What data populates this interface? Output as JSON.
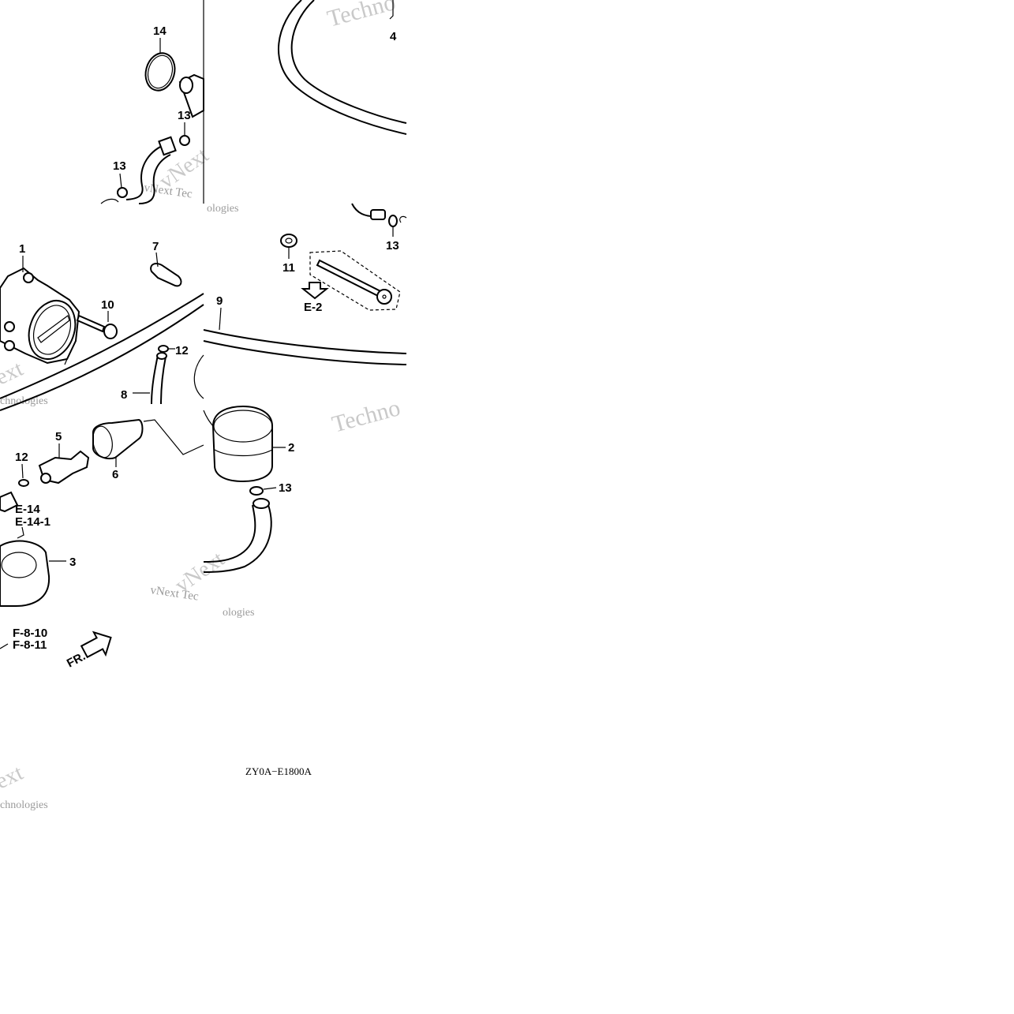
{
  "diagram": {
    "code": "ZY0A−E1800A",
    "front_marker": "FR.",
    "callouts": [
      {
        "id": "c1",
        "label": "1"
      },
      {
        "id": "c2",
        "label": "2"
      },
      {
        "id": "c3",
        "label": "3"
      },
      {
        "id": "c4",
        "label": "4"
      },
      {
        "id": "c5",
        "label": "5"
      },
      {
        "id": "c6",
        "label": "6"
      },
      {
        "id": "c7",
        "label": "7"
      },
      {
        "id": "c8",
        "label": "8"
      },
      {
        "id": "c9",
        "label": "9"
      },
      {
        "id": "c10",
        "label": "10"
      },
      {
        "id": "c11",
        "label": "11"
      },
      {
        "id": "c12a",
        "label": "12"
      },
      {
        "id": "c12b",
        "label": "12"
      },
      {
        "id": "c13a",
        "label": "13"
      },
      {
        "id": "c13b",
        "label": "13"
      },
      {
        "id": "c13c",
        "label": "13"
      },
      {
        "id": "c13d",
        "label": "13"
      },
      {
        "id": "c14",
        "label": "14"
      }
    ],
    "references": {
      "e2": "E-2",
      "e14": "E-14",
      "e14_1": "E-14-1",
      "f8_10": "F-8-10",
      "f8_11": "F-8-11"
    },
    "watermarks": {
      "brand": "vNext",
      "word1": "Technologies",
      "word2": "Techno",
      "word3": "ext",
      "word4": "chnologies",
      "word5": "vNext Tec",
      "word6": "ologies"
    }
  }
}
